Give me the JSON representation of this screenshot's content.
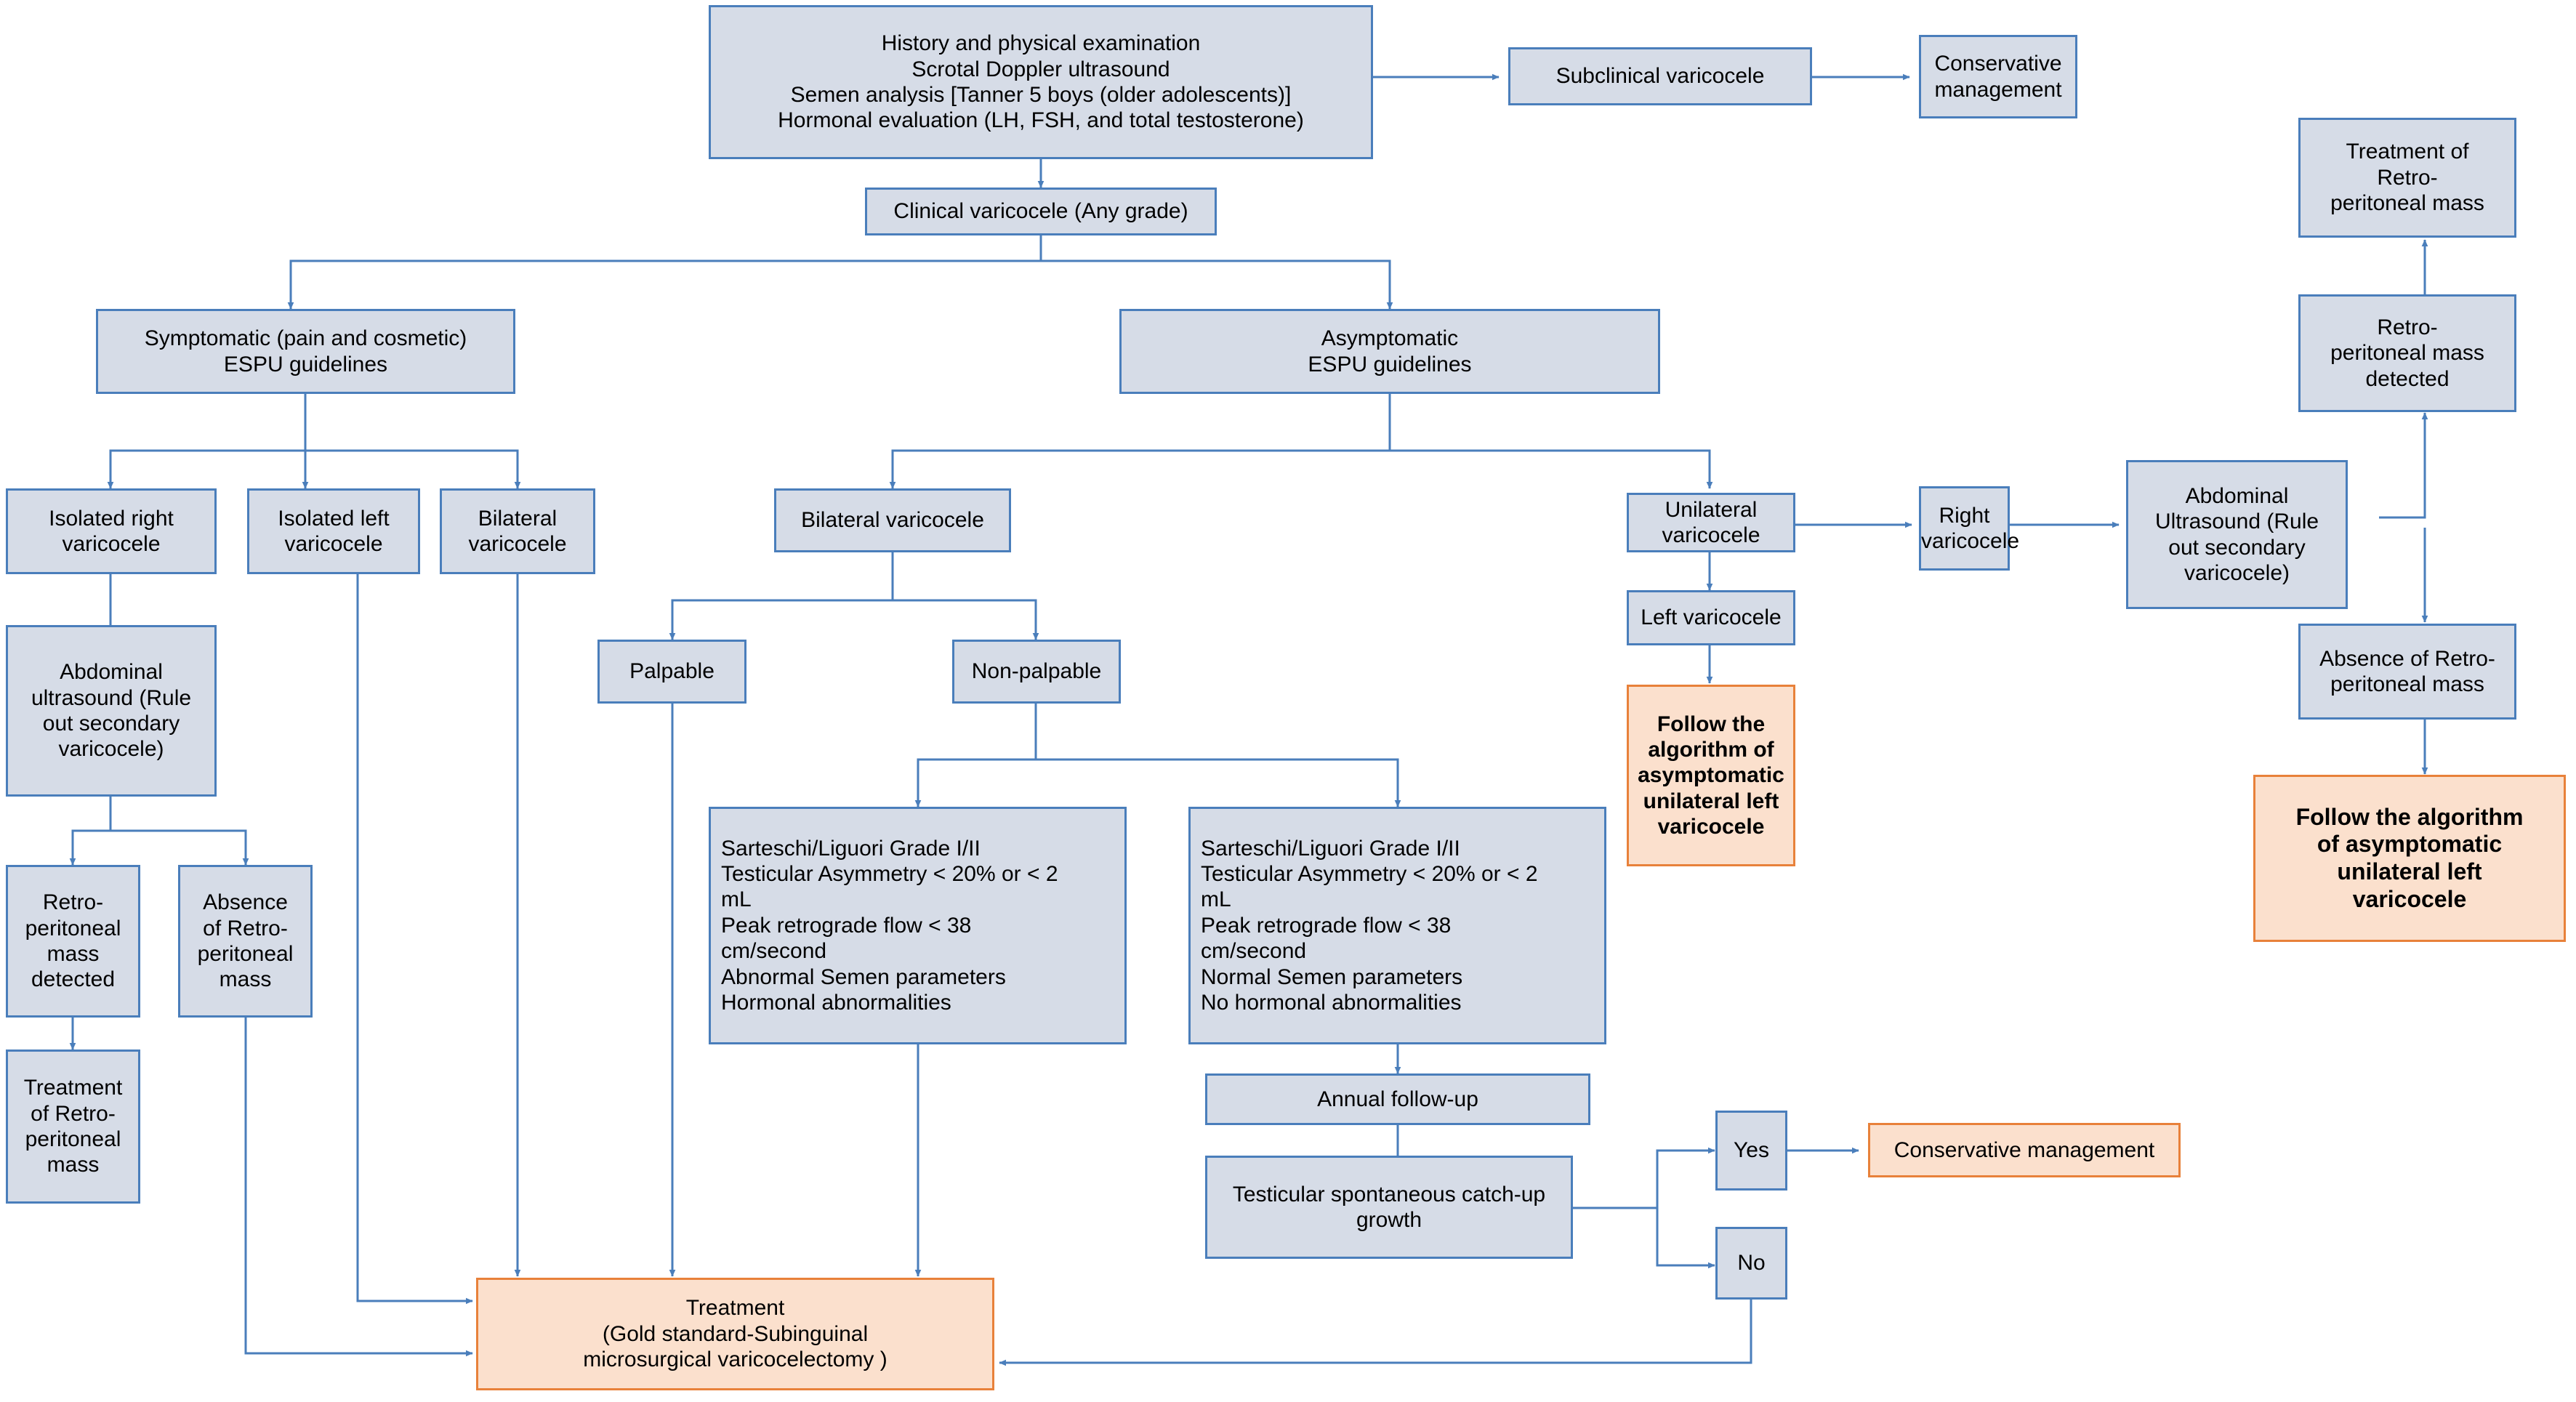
{
  "diagram": {
    "title": "Varicocele management algorithm",
    "colors": {
      "box_fill": "#d6dce7",
      "box_border": "#4a7ebb",
      "highlight_fill": "#fbe0cd",
      "highlight_border": "#e8813a",
      "connector": "#4a7ebb",
      "text": "#000000"
    }
  },
  "nodes": {
    "workup": "History and physical examination\nScrotal Doppler ultrasound\nSemen analysis [Tanner 5 boys (older adolescents)]\nHormonal evaluation (LH, FSH, and total testosterone)",
    "subclinical_varicocele": "Subclinical varicocele",
    "conservative_management_top": "Conservative management",
    "clinical_varicocele": "Clinical varicocele (Any grade)",
    "symptomatic": "Symptomatic (pain and cosmetic)\nESPU guidelines",
    "asymptomatic": "Asymptomatic\nESPU guidelines",
    "isolated_right_varicocele": "Isolated right\nvaricocele",
    "isolated_left_varicocele": "Isolated left\nvaricocele",
    "bilateral_varicocele_sym": "Bilateral\nvaricocele",
    "abdominal_ultrasound_left": "Abdominal\nultrasound (Rule\nout secondary\nvaricocele)",
    "retroperitoneal_mass_detected_left": "Retro-\nperitoneal\nmass\ndetected",
    "absence_retroperitoneal_mass_left": "Absence\nof Retro-\nperitoneal\nmass",
    "treatment_retroperitoneal_mass_left": "Treatment\nof Retro-\nperitoneal\nmass",
    "bilateral_varicocele_asym": "Bilateral varicocele",
    "palpable": "Palpable",
    "non_palpable": "Non-palpable",
    "criteria_abnormal": "Sarteschi/Liguori Grade I/II\nTesticular Asymmetry < 20% or < 2\nmL\nPeak retrograde flow < 38\ncm/second\nAbnormal Semen parameters\nHormonal abnormalities",
    "criteria_normal": "Sarteschi/Liguori Grade I/II\nTesticular Asymmetry < 20% or < 2\nmL\nPeak retrograde flow < 38\ncm/second\nNormal Semen parameters\nNo hormonal abnormalities",
    "annual_followup": "Annual follow-up",
    "catchup_growth": "Testicular spontaneous catch-up\ngrowth",
    "yes": "Yes",
    "no": "No",
    "conservative_management_bottom": "Conservative management",
    "treatment": "Treatment\n(Gold standard-Subinguinal\nmicrosurgical varicocelectomy )",
    "unilateral_varicocele": "Unilateral varicocele",
    "right_varicocele": "Right\nvaricocele",
    "left_varicocele": "Left varicocele",
    "follow_algorithm_center": "Follow the\nalgorithm of\nasymptomatic\nunilateral left\nvaricocele",
    "abdominal_ultrasound_right": "Abdominal\nUltrasound (Rule\nout secondary\nvaricocele)",
    "retroperitoneal_mass_detected_right": "Retro-\nperitoneal mass\ndetected",
    "treatment_retroperitoneal_mass_right": "Treatment of\nRetro-\nperitoneal mass",
    "absence_retroperitoneal_mass_right": "Absence of Retro-\nperitoneal mass",
    "follow_algorithm_right": "Follow the algorithm\nof asymptomatic\nunilateral left\nvaricocele"
  }
}
